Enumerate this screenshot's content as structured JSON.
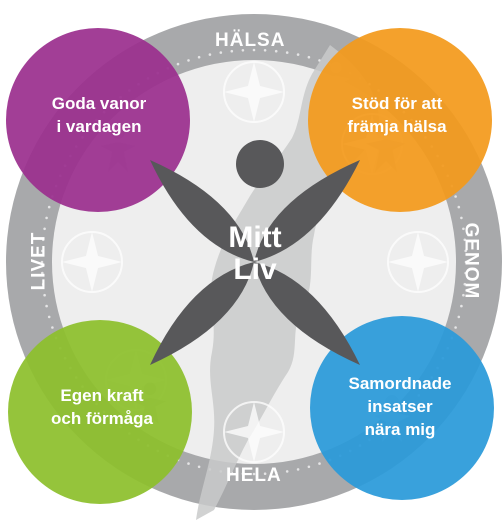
{
  "center": {
    "line1": "Mitt",
    "line2": "Liv",
    "color": "#58585a"
  },
  "ring": {
    "color": "#a8a9ab",
    "inner_color": "#eeeeee",
    "words": {
      "top": "HÄLSA",
      "right": "GENOM",
      "bottom": "HELA",
      "left": "LIVET"
    }
  },
  "circles": [
    {
      "id": "top-left",
      "lines": [
        "Goda vanor",
        "i vardagen"
      ],
      "color": "#9b2f8e"
    },
    {
      "id": "top-right",
      "lines": [
        "Stöd för att",
        "främja hälsa"
      ],
      "color": "#f39a1c"
    },
    {
      "id": "bottom-left",
      "lines": [
        "Egen kraft",
        "och förmåga"
      ],
      "color": "#8dbf2c"
    },
    {
      "id": "bottom-right",
      "lines": [
        "Samordnade",
        "insatser",
        "nära mig"
      ],
      "color": "#2a9ad9"
    }
  ],
  "decor": {
    "map_color": "#c9caca",
    "figure_color": "#d4d4d5"
  }
}
